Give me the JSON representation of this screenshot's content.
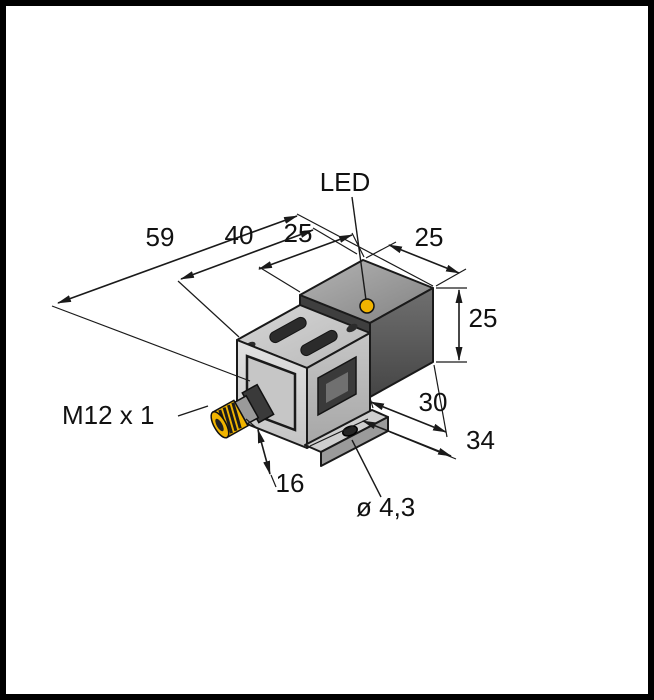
{
  "page": {
    "background": "#ffffff",
    "frame_color": "#000000"
  },
  "labels": {
    "led": "LED",
    "dim_overall_length": "59",
    "dim_body_length": "40",
    "dim_head_length": "25",
    "dim_head_width": "25",
    "dim_head_height": "25",
    "dim_base_width": "30",
    "dim_overall_width": "34",
    "dim_connector_length": "16",
    "dim_hole_diameter": "ø 4,3",
    "connector_thread": "M12 x 1"
  },
  "colors": {
    "led_dot": "#F2B400",
    "connector_knurl": "#F0B400",
    "line": "#1a1a1a"
  }
}
